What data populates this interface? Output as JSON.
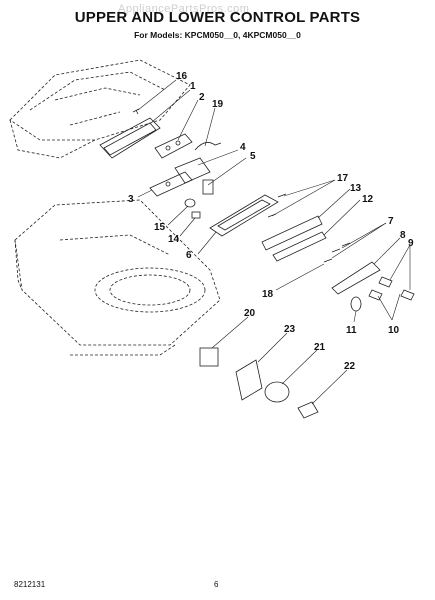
{
  "header": {
    "title": "UPPER AND LOWER CONTROL PARTS",
    "subtitle": "For Models: KPCM050__0, 4KPCM050__0",
    "watermark": "AppliancePartsPros.com"
  },
  "callouts": [
    "16",
    "1",
    "2",
    "19",
    "4",
    "5",
    "3",
    "17",
    "13",
    "15",
    "14",
    "12",
    "6",
    "7",
    "8",
    "9",
    "18",
    "11",
    "10",
    "20",
    "23",
    "21",
    "22"
  ],
  "footer": {
    "doc_number": "8212131",
    "page_number": "6"
  }
}
